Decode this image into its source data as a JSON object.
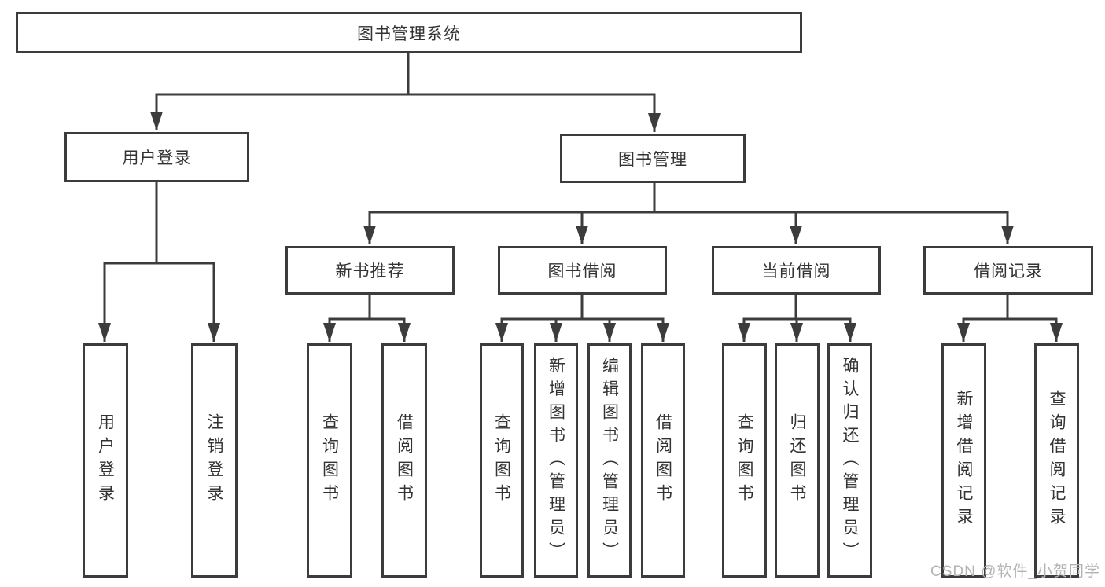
{
  "diagram_title": "图书管理系统",
  "colors": {
    "line": "#3c3c3c",
    "text": "#333333",
    "background": "#ffffff",
    "watermark": "#b3b3b3"
  },
  "nodes": {
    "root": {
      "label": "图书管理系统"
    },
    "branches": [
      {
        "label": "用户登录",
        "children": [
          {
            "label": "用户登录"
          },
          {
            "label": "注销登录"
          }
        ]
      },
      {
        "label": "图书管理",
        "children": [
          {
            "label": "新书推荐",
            "children": [
              {
                "label": "查询图书"
              },
              {
                "label": "借阅图书"
              }
            ]
          },
          {
            "label": "图书借阅",
            "children": [
              {
                "label": "查询图书"
              },
              {
                "label": "新增图书（管理员）"
              },
              {
                "label": "编辑图书（管理员）"
              },
              {
                "label": "借阅图书"
              }
            ]
          },
          {
            "label": "当前借阅",
            "children": [
              {
                "label": "查询图书"
              },
              {
                "label": "归还图书"
              },
              {
                "label": "确认归还（管理员）"
              }
            ]
          },
          {
            "label": "借阅记录",
            "children": [
              {
                "label": "新增借阅记录"
              },
              {
                "label": "查询借阅记录"
              }
            ]
          }
        ]
      }
    ]
  },
  "watermark": {
    "text": "CSDN @软件_小贺同学"
  }
}
